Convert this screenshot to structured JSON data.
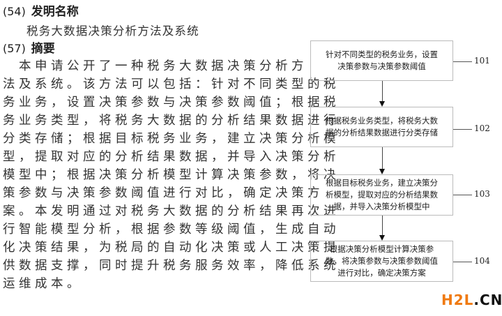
{
  "sec54": {
    "num": "(54)",
    "title": "发明名称",
    "value": "税务大数据决策分析方法及系统"
  },
  "sec57": {
    "num": "(57)",
    "title": "摘要",
    "lines": [
      "　本申请公开了一种税务大数据决策分析方",
      "法及系统。该方法可以包括：针对不同类型的税",
      "务业务，设置决策参数与决策参数阈值；根据税",
      "务业务类型，将税务大数据的分析结果数据进行",
      "分类存储；根据目标税务业务，建立决策分析模",
      "型，提取对应的分析结果数据，并导入决策分析",
      "模型中；根据决策分析模型计算决策参数，将决",
      "策参数与决策参数阈值进行对比，确定决策方",
      "案。本发明通过对税务大数据的分析结果再次进",
      "行智能模型分析，根据参数等级阈值，生成自动",
      "化决策结果，为税局的自动化决策或人工决策提",
      "供数据支撑，同时提升税务服务效率，降低系统",
      "运维成本。"
    ]
  },
  "flow": [
    {
      "id": "101",
      "lines": [
        "针对不同类型的税务业务，设置",
        "决策参数与决策参数阈值"
      ]
    },
    {
      "id": "102",
      "lines": [
        "根据税务业务类型，将税务大数",
        "据的分析结果数据进行分类存储"
      ]
    },
    {
      "id": "103",
      "lines": [
        "根据目标税务业务，建立决策分",
        "析模型，提取对应的分析结果数",
        "据，并导入决策分析模型中"
      ]
    },
    {
      "id": "104",
      "lines": [
        "根据决策分析模型计算决策参",
        "数，将决策参数与决策参数阈值",
        "进行对比，确定决策方案"
      ]
    }
  ],
  "watermark": {
    "part1": "H2L",
    "part2": ".CN",
    "color1": "#f07a12",
    "color2": "#111111"
  }
}
